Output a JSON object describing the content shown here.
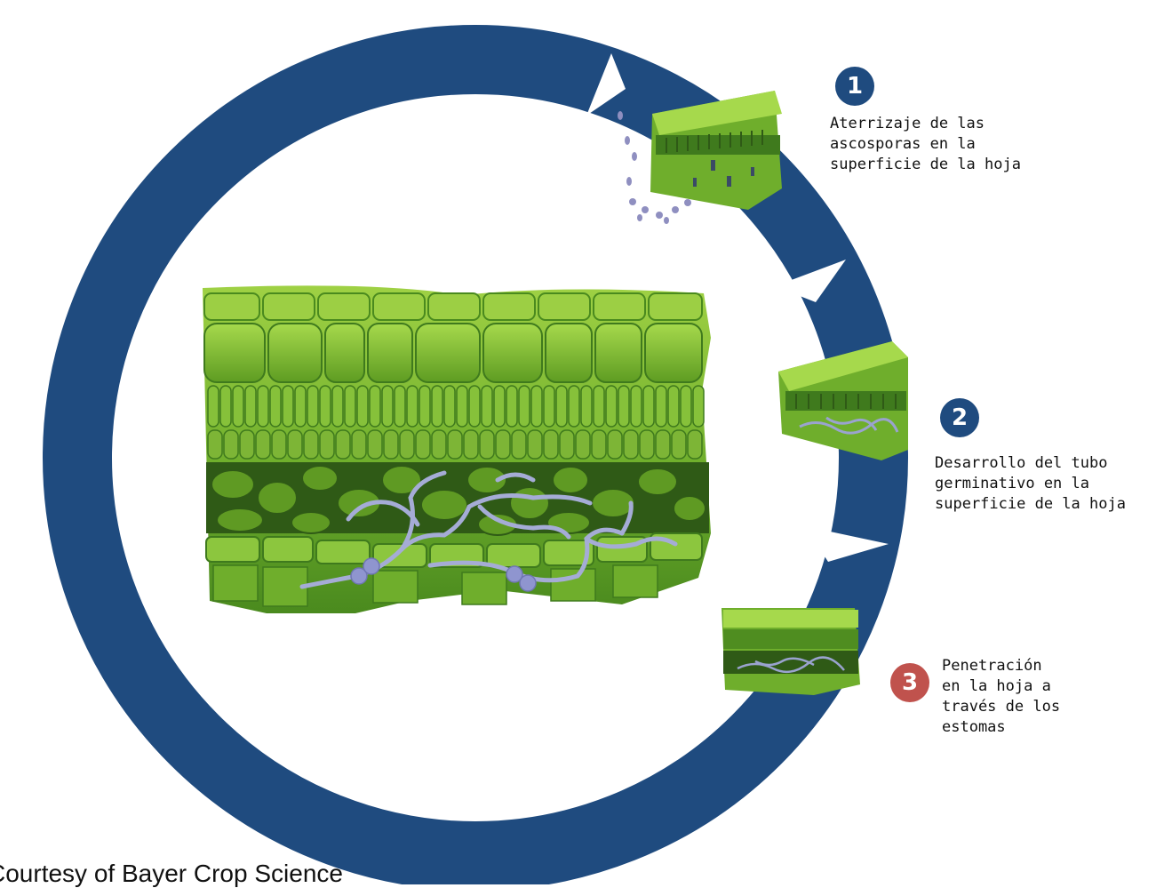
{
  "colors": {
    "ring": "#1f4b7f",
    "badge_blue": "#1f4b7f",
    "badge_red": "#c0524d",
    "leaf_light": "#8cc63e",
    "leaf_mid": "#5f9a23",
    "leaf_dark": "#2f5a16",
    "hyphae": "#9aa3cf"
  },
  "steps": [
    {
      "number": "1",
      "text": "Aterrizaje de las\nascosporas en la\nsuperficie de la hoja"
    },
    {
      "number": "2",
      "text": "Desarrollo del tubo\ngerminativo en la\nsuperficie de la hoja"
    },
    {
      "number": "3",
      "text": "Penetración\nen la hoja  a\ntravés de los\nestomas"
    }
  ],
  "credit": "Courtesy of  Bayer Crop Science",
  "icons": [
    "leaf-cross-section-illustration",
    "arrow-triangle-icon"
  ]
}
